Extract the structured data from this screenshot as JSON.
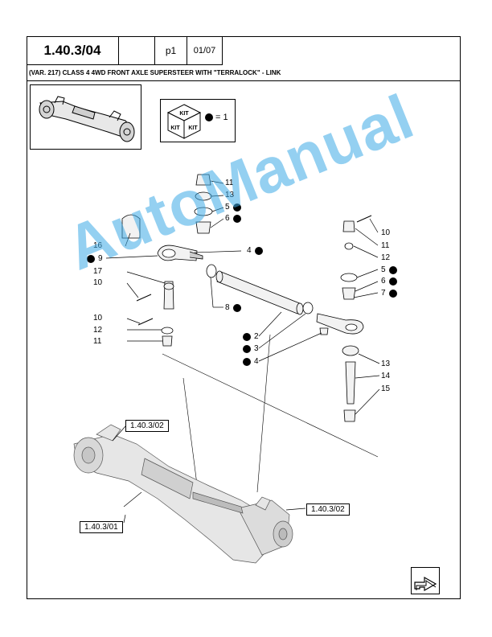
{
  "header": {
    "code": "1.40.3/04",
    "page": "p1",
    "date": "01/07"
  },
  "title": "(VAR. 217) CLASS 4 4WD FRONT AXLE SUPERSTEER WITH \"TERRALOCK\" - LINK",
  "kit": {
    "word": "KIT",
    "legend": "= 1"
  },
  "callouts": [
    {
      "id": "c11a",
      "num": "11",
      "dot": false
    },
    {
      "id": "c13a",
      "num": "13",
      "dot": false
    },
    {
      "id": "c5a",
      "num": "5",
      "dot": true
    },
    {
      "id": "c6a",
      "num": "6",
      "dot": true
    },
    {
      "id": "c4a",
      "num": "4",
      "dot": true
    },
    {
      "id": "c16",
      "num": "16",
      "dot": false
    },
    {
      "id": "c9",
      "num": "9",
      "dot": true
    },
    {
      "id": "c17",
      "num": "17",
      "dot": false
    },
    {
      "id": "c10a",
      "num": "10",
      "dot": false
    },
    {
      "id": "c8",
      "num": "8",
      "dot": true
    },
    {
      "id": "c10b",
      "num": "10",
      "dot": false
    },
    {
      "id": "c12a",
      "num": "12",
      "dot": false
    },
    {
      "id": "c11b",
      "num": "11",
      "dot": false
    },
    {
      "id": "c2",
      "num": "2",
      "dot": true
    },
    {
      "id": "c3",
      "num": "3",
      "dot": true
    },
    {
      "id": "c4b",
      "num": "4",
      "dot": true
    },
    {
      "id": "c10c",
      "num": "10",
      "dot": false
    },
    {
      "id": "c11c",
      "num": "11",
      "dot": false
    },
    {
      "id": "c12b",
      "num": "12",
      "dot": false
    },
    {
      "id": "c5b",
      "num": "5",
      "dot": true
    },
    {
      "id": "c6b",
      "num": "6",
      "dot": true
    },
    {
      "id": "c7",
      "num": "7",
      "dot": true
    },
    {
      "id": "c13b",
      "num": "13",
      "dot": false
    },
    {
      "id": "c14",
      "num": "14",
      "dot": false
    },
    {
      "id": "c15",
      "num": "15",
      "dot": false
    }
  ],
  "references": {
    "ref_top": "1.40.3/02",
    "ref_left": "1.40.3/01",
    "ref_right": "1.40.3/02"
  },
  "watermark": "AutoManual"
}
